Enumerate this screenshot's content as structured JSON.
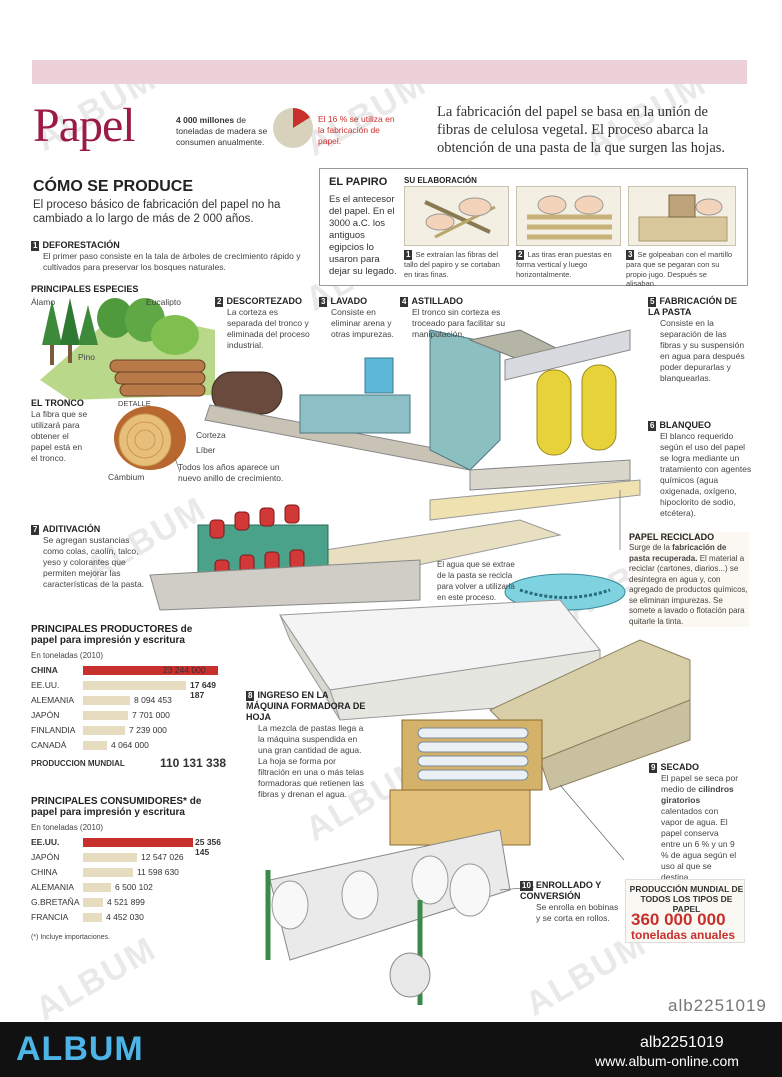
{
  "header": {
    "title": "Papel",
    "stat1_bold": "4 000 millones",
    "stat1_rest": "de toneladas de madera se consumen anualmente.",
    "stat2": "El 16 % se utiliza en la fabricación de papel.",
    "intro": "La fabricación del papel se basa en la unión de fibras de celulosa vegetal. El proceso abarca la obtención de una pasta de la que surgen las hojas."
  },
  "como": {
    "heading": "CÓMO SE PRODUCE",
    "text": "El proceso básico de fabricación del papel no ha cambiado a lo largo de más de 2 000 años."
  },
  "papiro": {
    "heading": "EL PAPIRO",
    "text": "Es el antecesor del papel. En el 3000 a.C. los antiguos egipcios lo usaron para dejar su legado.",
    "elaboracion": "SU ELABORACIÓN",
    "steps": [
      {
        "n": "1",
        "text": "Se extraían las fibras del tallo del papiro y se cortaban en tiras finas."
      },
      {
        "n": "2",
        "text": "Las tiras eran puestas en forma vertical y luego horizontalmente."
      },
      {
        "n": "3",
        "text": "Se golpeaban con el martillo para que se pegaran con su propio jugo. Después se alisaban."
      }
    ]
  },
  "steps": {
    "s1": {
      "n": "1",
      "title": "DEFORESTACIÓN",
      "text": "El primer paso consiste en la tala de árboles de crecimiento rápido y cultivados para preservar los bosques naturales."
    },
    "especies": "PRINCIPALES ESPECIES",
    "alamo": "Álamo",
    "eucalipto": "Eucalipto",
    "pino": "Pino",
    "tronco_h": "EL TRONCO",
    "tronco_t": "La fibra que se utilizará para obtener el papel está en el tronco.",
    "detalle": "DETALLE",
    "corteza": "Corteza",
    "liber": "Líber",
    "cambium": "Cámbium",
    "anillo": "Todos los años aparece un nuevo anillo de crecimiento.",
    "s2": {
      "n": "2",
      "title": "DESCORTEZADO",
      "text": "La corteza es separada del tronco y eliminada del proceso industrial."
    },
    "s3": {
      "n": "3",
      "title": "LAVADO",
      "text": "Consiste en eliminar arena y otras impurezas."
    },
    "s4": {
      "n": "4",
      "title": "ASTILLADO",
      "text": "El tronco sin corteza es troceado para facilitar su manipulación."
    },
    "s5": {
      "n": "5",
      "title": "FABRICACIÓN DE LA PASTA",
      "text": "Consiste en la separación de las fibras y su suspensión en agua para después poder depurarlas y blanquearlas."
    },
    "s6": {
      "n": "6",
      "title": "BLANQUEO",
      "text": "El blanco requerido según el uso del papel se logra mediante un tratamiento con agentes químicos (agua oxigenada, oxígeno, hipoclorito de sodio, etcétera)."
    },
    "s7": {
      "n": "7",
      "title": "ADITIVACIÓN",
      "text": "Se agregan sustancias como colas, caolín, talco, yeso y colorantes que permiten mejorar las características de la pasta."
    },
    "agua": "El agua que se extrae de la pasta se recicla para volver a utilizarla en este proceso.",
    "reciclado_h": "PAPEL RECICLADO",
    "reciclado_t1": "Surge de la ",
    "reciclado_b": "fabricación de pasta recuperada.",
    "reciclado_t2": " El material a reciclar (cartones, diarios...) se desintegra en agua y, con agregado de productos químicos, se eliminan impurezas. Se somete a lavado o flotación para quitarle la tinta.",
    "s8": {
      "n": "8",
      "title": "INGRESO EN LA MÁQUINA FORMADORA DE HOJA",
      "text": "La mezcla de pastas llega a la máquina suspendida en una gran cantidad de agua. La hoja se forma por filtración en una o más telas formadoras que retienen las fibras y drenan el agua."
    },
    "s9": {
      "n": "9",
      "title": "SECADO",
      "text1": "El papel se seca por medio de ",
      "bold": "cilindros giratorios",
      "text2": " calentados con vapor de agua. El papel conserva entre un 6 % y un 9 % de agua según el uso al que se destina."
    },
    "s10": {
      "n": "10",
      "title": "ENROLLADO Y CONVERSIÓN",
      "text": "Se enrolla en bobinas y se corta en rollos."
    }
  },
  "productores": {
    "title": "PRINCIPALES PRODUCTORES de papel para impresión y escritura",
    "unit": "En toneladas (2010)",
    "rows": [
      {
        "country": "CHINA",
        "value": "23 244 000",
        "num": 23244000
      },
      {
        "country": "EE.UU.",
        "value": "17 649 187",
        "num": 17649187
      },
      {
        "country": "ALEMANIA",
        "value": "8 094 453",
        "num": 8094453
      },
      {
        "country": "JAPÓN",
        "value": "7 701 000",
        "num": 7701000
      },
      {
        "country": "FINLANDIA",
        "value": "7 239 000",
        "num": 7239000
      },
      {
        "country": "CANADÁ",
        "value": "4 064 000",
        "num": 4064000
      }
    ],
    "total_label": "PRODUCCION MUNDIAL",
    "total_value": "110 131 338"
  },
  "consumidores": {
    "title": "PRINCIPALES CONSUMIDORES* de papel para impresión y escritura",
    "unit": "En toneladas (2010)",
    "rows": [
      {
        "country": "EE.UU.",
        "value": "25 356 145",
        "num": 25356145
      },
      {
        "country": "JAPÓN",
        "value": "12 547 026",
        "num": 12547026
      },
      {
        "country": "CHINA",
        "value": "11 598 630",
        "num": 11598630
      },
      {
        "country": "ALEMANIA",
        "value": "6 500 102",
        "num": 6500102
      },
      {
        "country": "G.BRETAÑA",
        "value": "4 521 899",
        "num": 4521899
      },
      {
        "country": "FRANCIA",
        "value": "4 452 030",
        "num": 4452030
      }
    ],
    "note": "(*) Incluye importaciones."
  },
  "produccion": {
    "label": "PRODUCCIÓN MUNDIAL DE TODOS LOS TIPOS DE PAPEL",
    "value": "360 000 000",
    "unit": "toneladas anuales"
  },
  "watermark": "ALBUM",
  "album_id": "alb2251019",
  "footer": {
    "logo": "ALBUM",
    "id": "alb2251019",
    "url": "www.album-online.com"
  },
  "colors": {
    "accent": "#9b1b45",
    "red": "#c8302e",
    "bar": "#e6dcc0",
    "band": "#ecd2d8"
  }
}
